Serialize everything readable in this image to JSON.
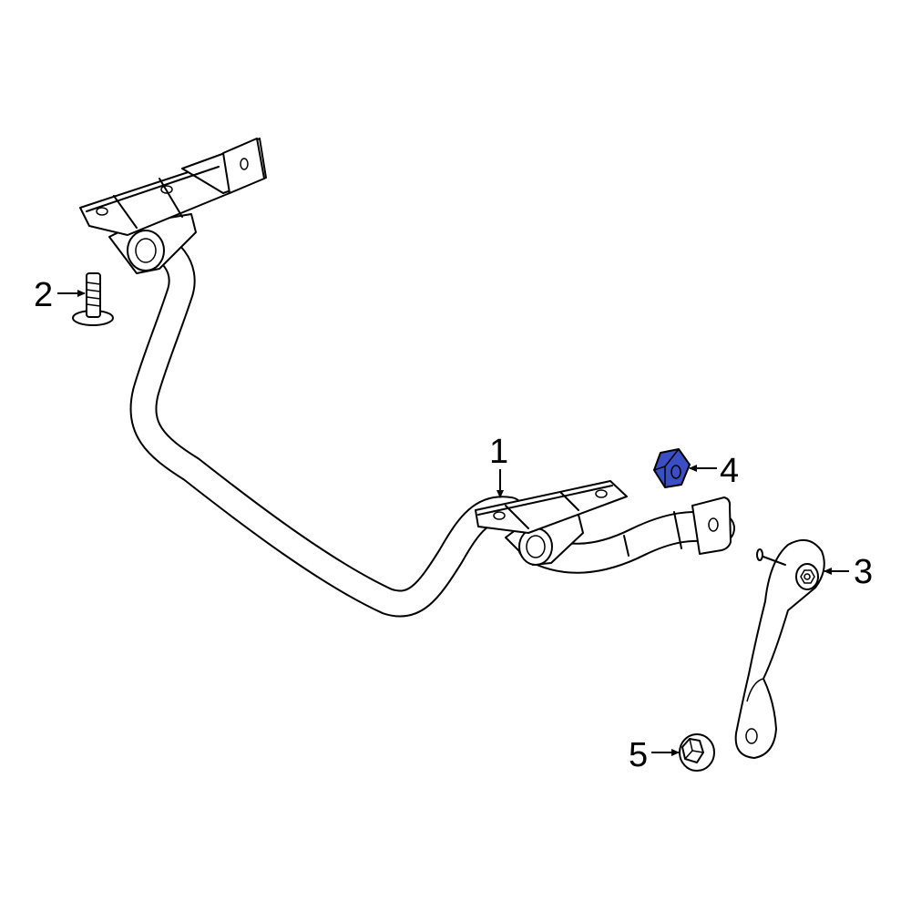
{
  "callouts": [
    {
      "number": "1",
      "part": "stabilizer-bar"
    },
    {
      "number": "2",
      "part": "bolt"
    },
    {
      "number": "3",
      "part": "stabilizer-link"
    },
    {
      "number": "4",
      "part": "nut"
    },
    {
      "number": "5",
      "part": "flange-nut"
    }
  ],
  "colors": {
    "line": "#000000",
    "highlight_fill": "#3b4fc4",
    "background": "#ffffff"
  }
}
